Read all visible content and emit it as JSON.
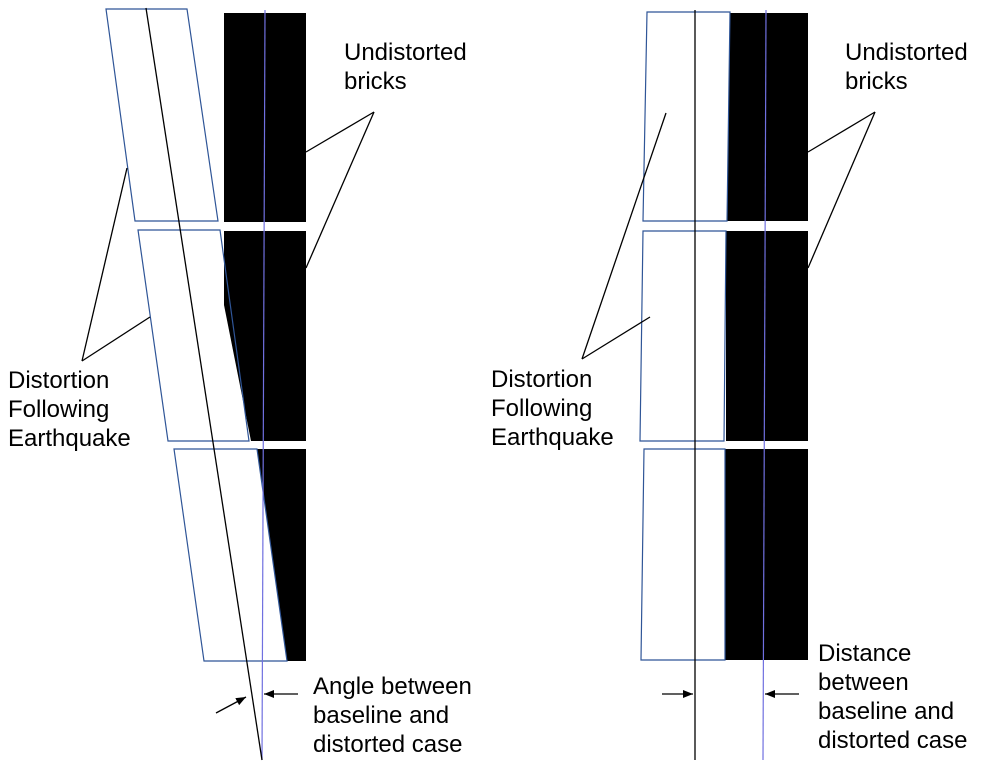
{
  "left_panel": {
    "undistorted_label": [
      "Undistorted",
      "bricks"
    ],
    "distortion_label": [
      "Distortion",
      "Following",
      "Earthquake"
    ],
    "measure_label": [
      "Angle between",
      "baseline and",
      "distorted case"
    ]
  },
  "right_panel": {
    "undistorted_label": [
      "Undistorted",
      "bricks"
    ],
    "distortion_label": [
      "Distortion",
      "Following",
      "Earthquake"
    ],
    "measure_label": [
      "Distance",
      "between",
      "baseline and",
      "distorted case"
    ]
  },
  "colors": {
    "brick_fill": "#000000",
    "outline": "#2f5597",
    "baseline": "#7070e0",
    "text": "#000000"
  }
}
